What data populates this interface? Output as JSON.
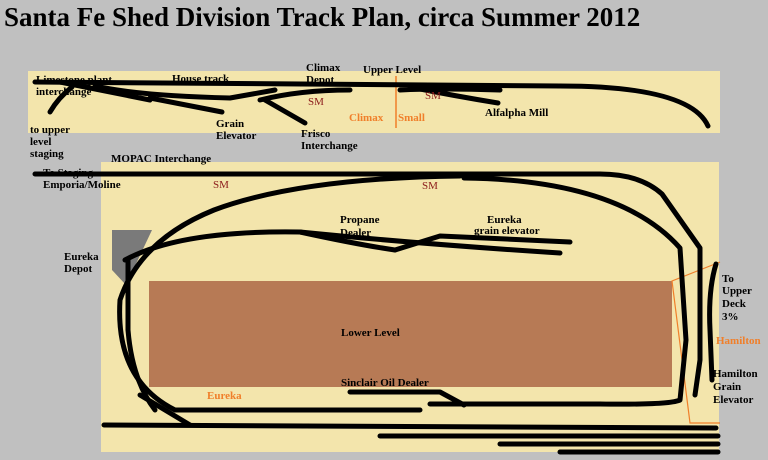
{
  "title": "Santa Fe Shed Division Track Plan, circa Summer 2012",
  "colors": {
    "background": "#c0c0c0",
    "benchwork": "#f3e5ac",
    "lower_level_area": "#b77a55",
    "track": "#000000",
    "highlight": "#f07f2a",
    "structure": "#7a7a7a"
  },
  "upper": {
    "limestone": "Limestone plant",
    "interchange": "interchange",
    "house_track": "House track",
    "climax_depot_1": "Climax",
    "climax_depot_2": "Depot",
    "upper_level": "Upper Level",
    "sm": "SM",
    "climax": "Climax",
    "small": "Small",
    "alfalpha": "Alfalpha Mill",
    "grain_1": "Grain",
    "grain_2": "Elevator",
    "frisco_1": "Frisco",
    "frisco_2": "Interchange",
    "staging_1": "to upper",
    "staging_2": "level",
    "staging_3": "staging"
  },
  "lower": {
    "mopac": "MOPAC Interchange",
    "to_staging_1": "To Staging",
    "to_staging_2": "Emporia/Moline",
    "sm": "SM",
    "propane_1": "Propane",
    "propane_2": "Dealer",
    "eureka_grain_1": "Eureka",
    "eureka_grain_2": "grain elevator",
    "eureka_depot_1": "Eureka",
    "eureka_depot_2": "Depot",
    "lower_level": "Lower Level",
    "sinclair": "Sinclair Oil Dealer",
    "eureka": "Eureka",
    "to_upper_1": "To",
    "to_upper_2": "Upper",
    "to_upper_3": "Deck",
    "to_upper_4": "3%",
    "hamilton": "Hamilton",
    "hamilton_grain_1": "Hamilton",
    "hamilton_grain_2": "Grain",
    "hamilton_grain_3": "Elevator"
  }
}
